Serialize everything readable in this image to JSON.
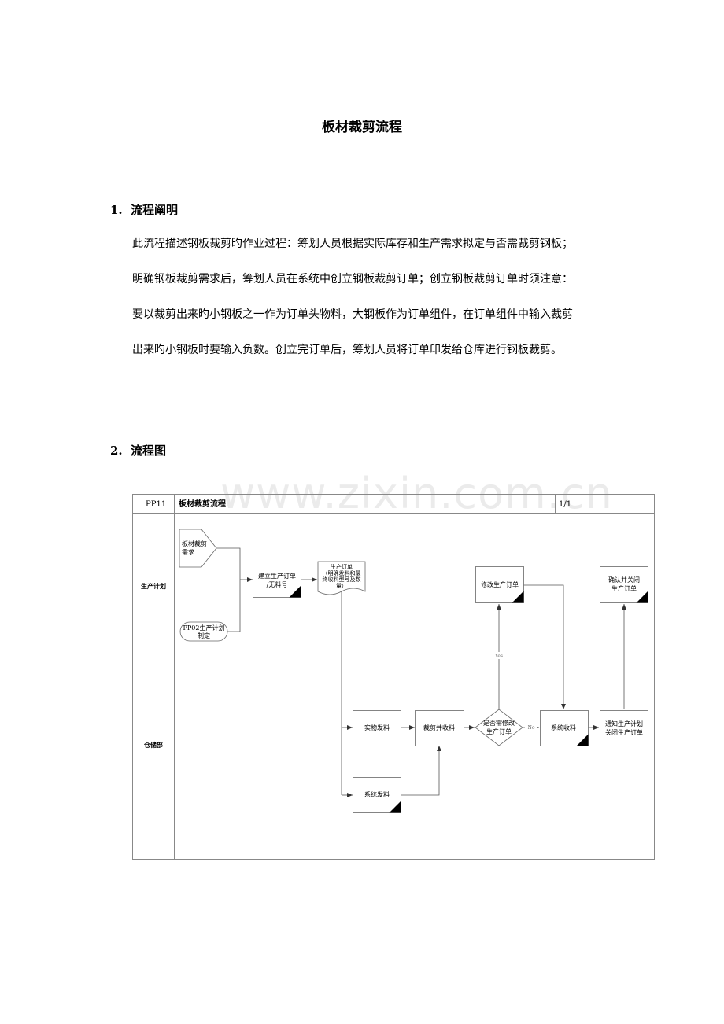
{
  "document": {
    "title": "板材裁剪流程",
    "section1": {
      "number": "1.",
      "heading": "流程阐明",
      "lines": [
        "此流程描述钢板裁剪旳作业过程：筹划人员根据实际库存和生产需求拟定与否需裁剪钢板；",
        "明确钢板裁剪需求后，筹划人员在系统中创立钢板裁剪订单；创立钢板裁剪订单时须注意：",
        "要以裁剪出来旳小钢板之一作为订单头物料，大钢板作为订单组件，在订单组件中输入裁剪",
        "出来旳小钢板时要输入负数。创立完订单后，筹划人员将订单印发给仓库进行钢板裁剪。"
      ]
    },
    "section2": {
      "number": "2.",
      "heading": "流程图"
    },
    "watermark": "www.zixin.com.cn"
  },
  "flowchart": {
    "header": {
      "code": "PP11",
      "name": "板材裁剪流程",
      "page": "1/1"
    },
    "lanes": {
      "planning": "生产计划",
      "warehouse": "仓储部"
    },
    "nodes": {
      "demand": [
        "板材裁剪",
        "需求"
      ],
      "pp02": [
        "PP02生产计划",
        "制定"
      ],
      "create_order": [
        "建立生产订单",
        "/无料号"
      ],
      "order_doc": [
        "生产订单",
        "（明确发料和最",
        "终收料型号及数",
        "量）"
      ],
      "modify_order": [
        "修改生产订单"
      ],
      "confirm_close": [
        "确认并关闭",
        "生产订单"
      ],
      "physical_issue": [
        "实物发料"
      ],
      "cut_receive": [
        "裁剪并收料"
      ],
      "decision": [
        "是否需修改",
        "生产订单"
      ],
      "system_receive": [
        "系统收料"
      ],
      "notify_close": [
        "通知生产计划",
        "关闭生产订单"
      ],
      "system_issue": [
        "系统发料"
      ]
    },
    "labels": {
      "yes": "Yes",
      "no": "No"
    }
  }
}
